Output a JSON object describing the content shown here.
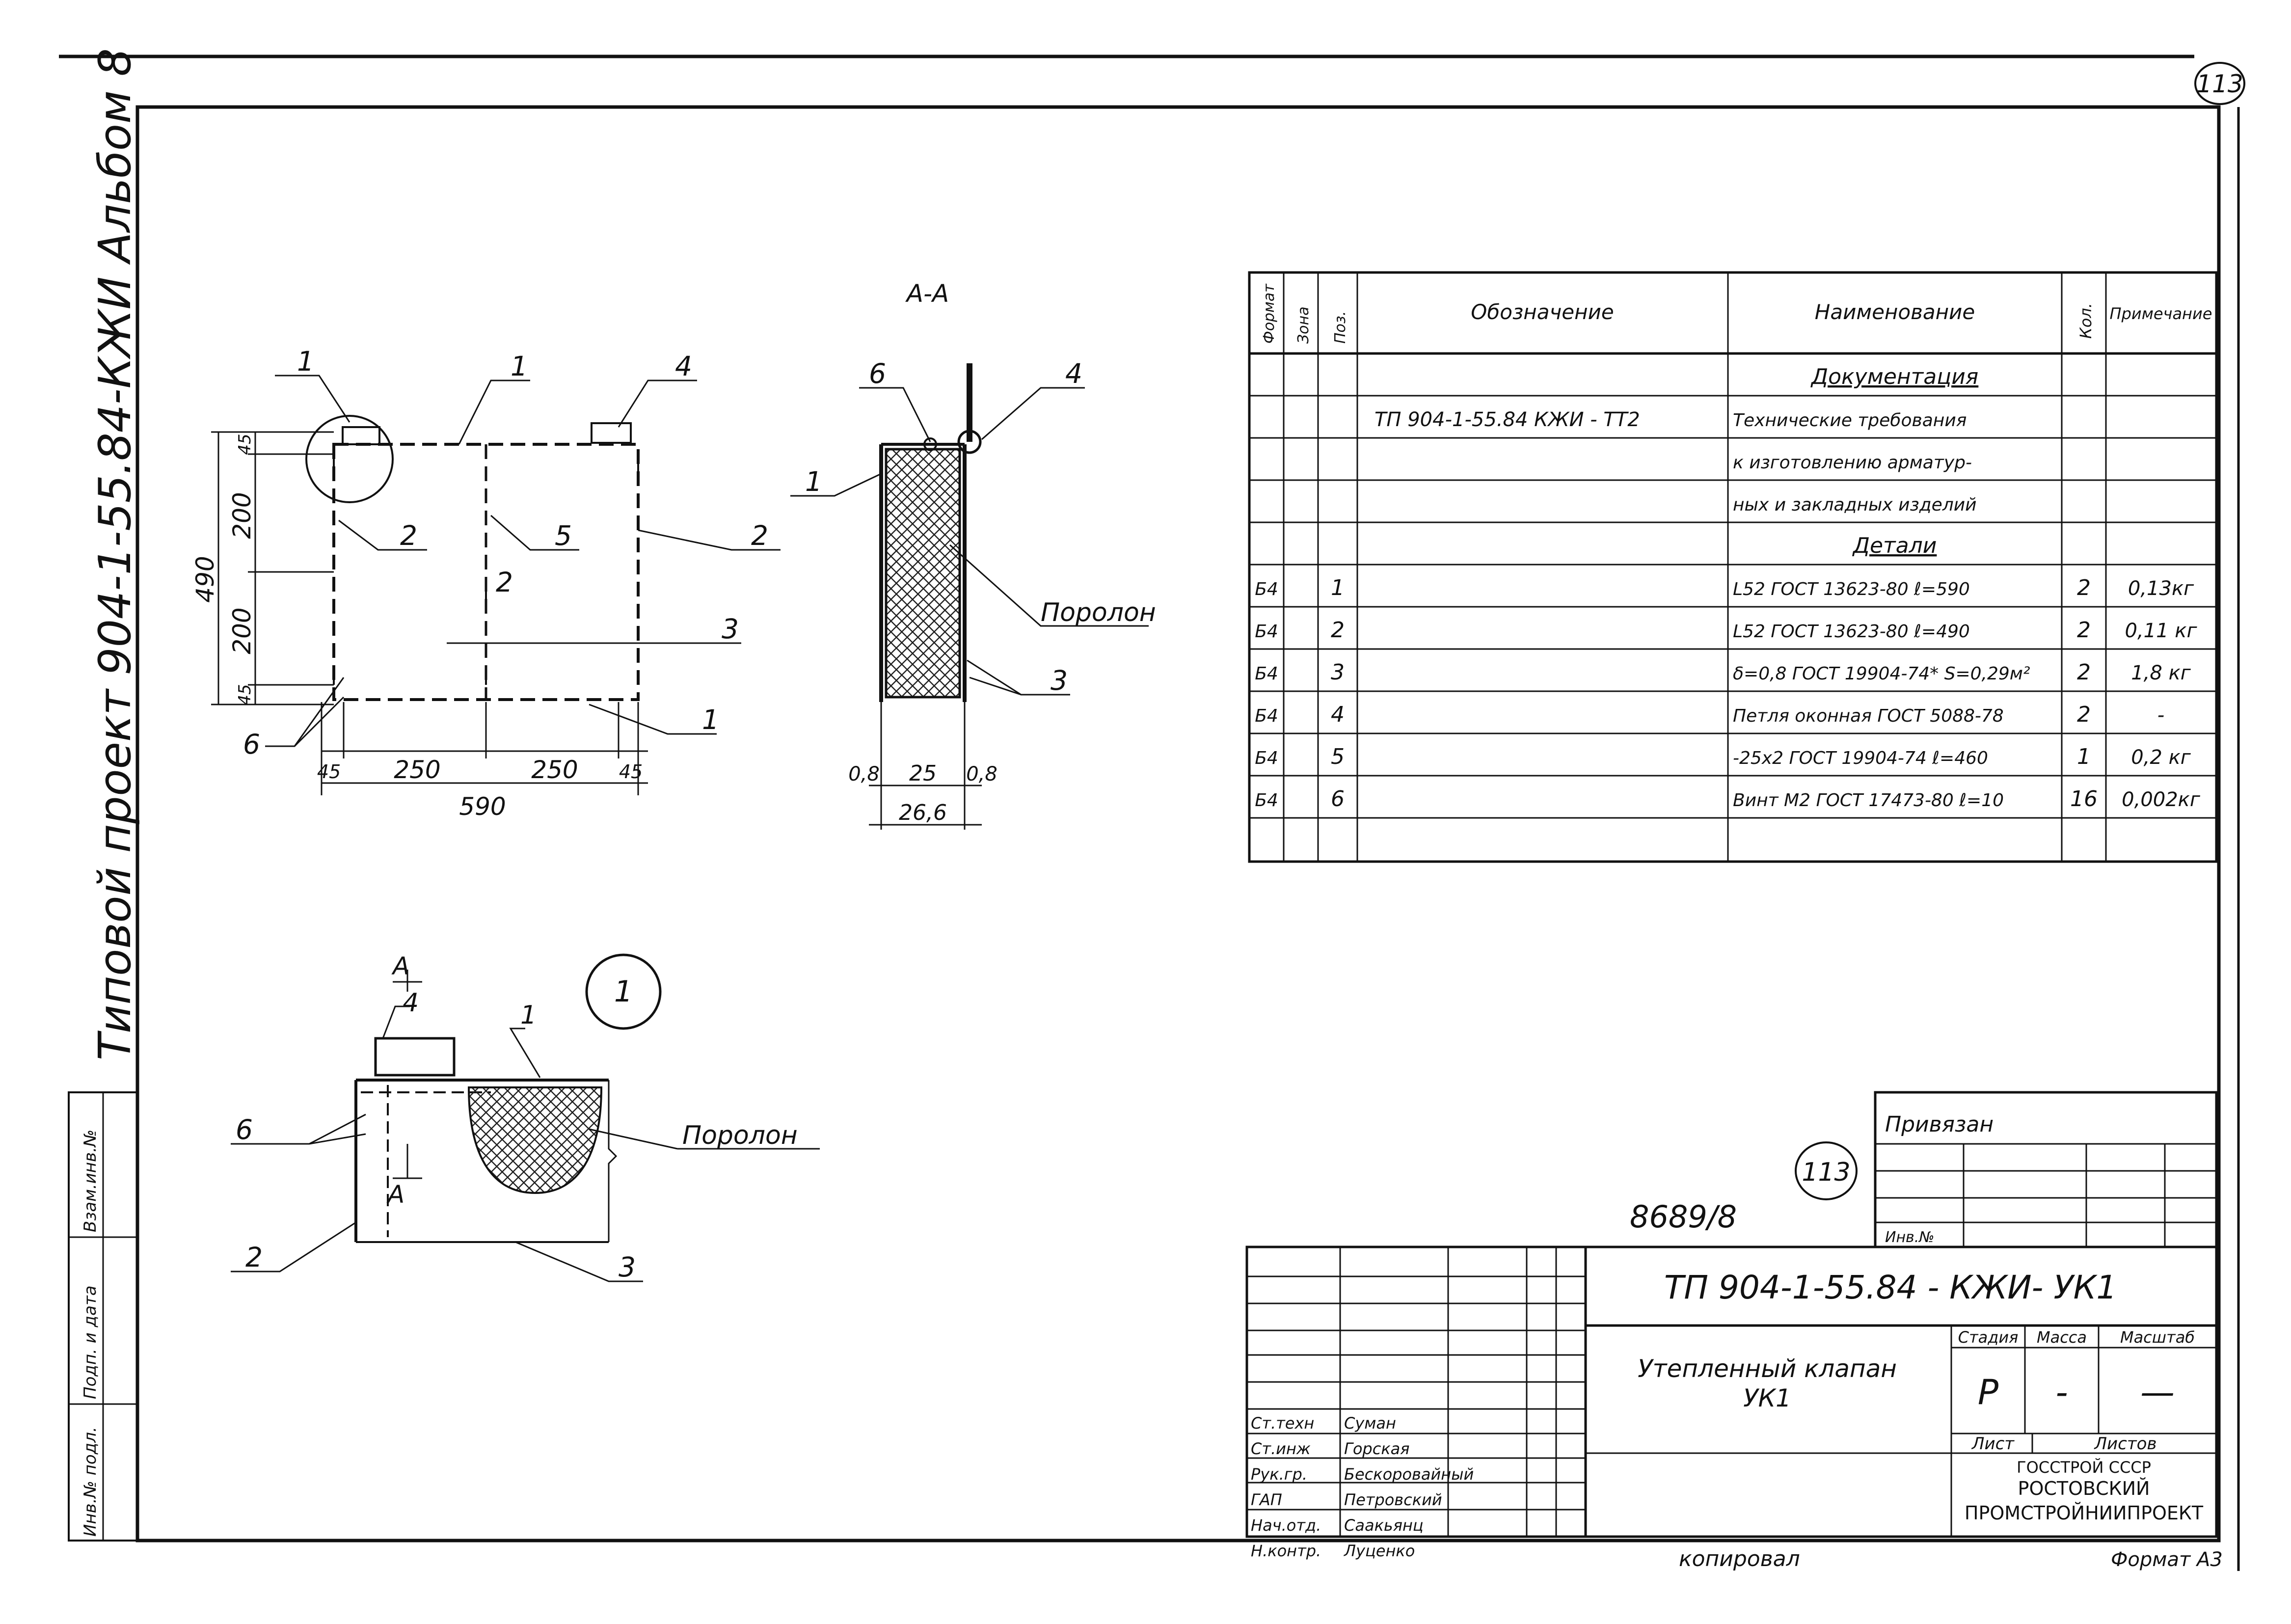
{
  "sheet": {
    "page_number": "113",
    "side_label": "Типовой проект  904-1-55.84-КЖИ Альбом 8",
    "archive_number": "8689/8",
    "stamp_number": "113",
    "copied_by": "копировал",
    "format": "Формат А3",
    "side_stamp": [
      "Инв.№ подл.",
      "Подп. и дата",
      "Взам.инв.№"
    ]
  },
  "views": {
    "front": {
      "dims": {
        "total_width": "590",
        "left_span": "250",
        "right_span": "250",
        "edge_left": "45",
        "edge_right": "45",
        "height": "490",
        "upper": "200",
        "lower": "200",
        "top_edge": "45",
        "bottom_edge": "45"
      },
      "callouts": [
        "1",
        "4",
        "2",
        "5",
        "2",
        "2",
        "3",
        "6",
        "1"
      ]
    },
    "section": {
      "title": "А-А",
      "dims": {
        "t1": "0,8",
        "core": "25",
        "t2": "0,8",
        "total": "26,6"
      },
      "callouts": [
        "6",
        "4",
        "1",
        "3"
      ],
      "material": "Поролон"
    },
    "detail": {
      "circle_label": "1",
      "section_mark": "А",
      "callouts": [
        "4",
        "1",
        "6",
        "2",
        "3"
      ],
      "material": "Поролон"
    }
  },
  "spec_table": {
    "headers": [
      "Формат",
      "Зона",
      "Поз.",
      "Обозначение",
      "Наименование",
      "Кол.",
      "Примечание"
    ],
    "rows": [
      {
        "format": "",
        "zone": "",
        "pos": "",
        "designation": "",
        "name": "Документация",
        "qty": "",
        "note": ""
      },
      {
        "format": "",
        "zone": "",
        "pos": "",
        "designation": "ТП 904-1-55.84 КЖИ - ТТ2",
        "name": "Технические требования",
        "qty": "",
        "note": ""
      },
      {
        "format": "",
        "zone": "",
        "pos": "",
        "designation": "",
        "name": "к изготовлению арматур-",
        "qty": "",
        "note": ""
      },
      {
        "format": "",
        "zone": "",
        "pos": "",
        "designation": "",
        "name": "ных и закладных изделий",
        "qty": "",
        "note": ""
      },
      {
        "format": "",
        "zone": "",
        "pos": "",
        "designation": "",
        "name": "Детали",
        "qty": "",
        "note": ""
      },
      {
        "format": "Б4",
        "zone": "",
        "pos": "1",
        "designation": "",
        "name": "L52 ГОСТ 13623-80 ℓ=590",
        "qty": "2",
        "note": "0,13кг"
      },
      {
        "format": "Б4",
        "zone": "",
        "pos": "2",
        "designation": "",
        "name": "L52 ГОСТ 13623-80 ℓ=490",
        "qty": "2",
        "note": "0,11 кг"
      },
      {
        "format": "Б4",
        "zone": "",
        "pos": "3",
        "designation": "",
        "name": "δ=0,8 ГОСТ 19904-74* S=0,29м²",
        "qty": "2",
        "note": "1,8 кг"
      },
      {
        "format": "Б4",
        "zone": "",
        "pos": "4",
        "designation": "",
        "name": "Петля оконная ГОСТ 5088-78",
        "qty": "2",
        "note": "-"
      },
      {
        "format": "Б4",
        "zone": "",
        "pos": "5",
        "designation": "",
        "name": "-25х2 ГОСТ 19904-74 ℓ=460",
        "qty": "1",
        "note": "0,2 кг"
      },
      {
        "format": "Б4",
        "zone": "",
        "pos": "6",
        "designation": "",
        "name": "Винт М2 ГОСТ 17473-80 ℓ=10",
        "qty": "16",
        "note": "0,002кг"
      },
      {
        "format": "",
        "zone": "",
        "pos": "",
        "designation": "",
        "name": "",
        "qty": "",
        "note": ""
      }
    ]
  },
  "binding_box": {
    "title": "Привязан",
    "inv_label": "Инв.№"
  },
  "title_block": {
    "doc_code": "ТП 904-1-55.84 - КЖИ- УК1",
    "item_name_1": "Утепленный клапан",
    "item_name_2": "УК1",
    "headers": [
      "Стадия",
      "Масса",
      "Масштаб"
    ],
    "stage": "Р",
    "mass": "-",
    "scale": "—",
    "sheet_label": "Лист",
    "sheets_label": "Листов",
    "org": [
      "ГОССТРОЙ СССР",
      "РОСТОВСКИЙ",
      "ПРОМСТРОЙНИИПРОЕКТ"
    ],
    "staff": [
      {
        "role": "Ст.техн",
        "name": "Суман"
      },
      {
        "role": "Ст.инж",
        "name": "Горская"
      },
      {
        "role": "Рук.гр.",
        "name": "Бескоровайный"
      },
      {
        "role": "ГАП",
        "name": "Петровский"
      },
      {
        "role": "Нач.отд.",
        "name": "Саакьянц"
      },
      {
        "role": "Н.контр.",
        "name": "Луценко"
      }
    ]
  }
}
